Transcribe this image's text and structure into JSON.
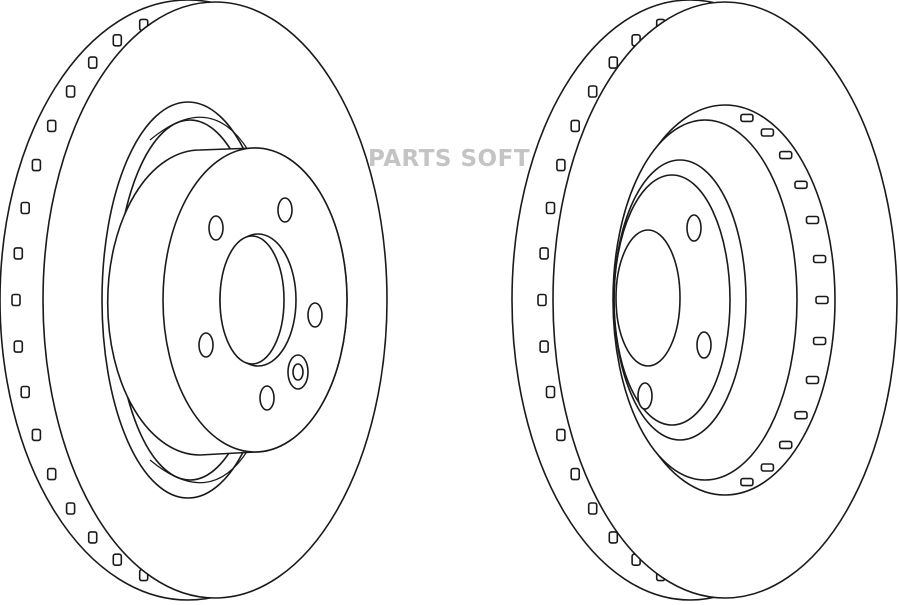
{
  "watermark": {
    "text": "PARTS SOFT",
    "color": "#c4c4c4"
  },
  "drawing": {
    "subject": "brake-disc",
    "views": [
      "front-view-hub-side",
      "rear-view-vented-side"
    ],
    "front_view": {
      "bolt_holes": 5,
      "locating_pin": 1
    },
    "rear_view": {
      "bolt_holes": 3
    },
    "line_color": "#1a1a1a",
    "background": "#ffffff"
  }
}
